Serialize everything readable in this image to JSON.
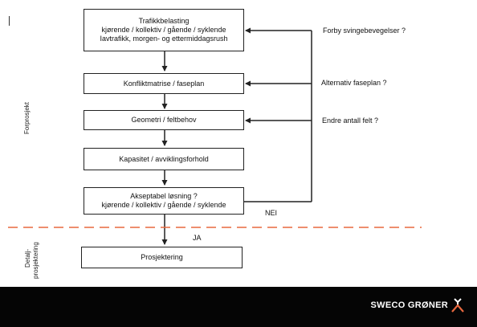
{
  "boxes": {
    "trafikk": {
      "line1": "Trafikkbelasting",
      "line2": "kjørende / kollektiv / gående / syklende",
      "line3": "Iavtrafikk, morgen- og ettermiddagsrush"
    },
    "konflikt": "Konfliktmatrise / faseplan",
    "geometri": "Geometri / feltbehov",
    "kapasitet": "Kapasitet / avviklingsforhold",
    "akseptabel": {
      "line1": "Akseptabel løsning ?",
      "line2": "kjørende / kollektiv / gående / syklende"
    },
    "prosjektering": "Prosjektering"
  },
  "feedback_labels": {
    "forby": "Forby svingebevegelser ?",
    "alternativ": "Alternativ faseplan ?",
    "endre": "Endre antall felt ?"
  },
  "branch_labels": {
    "nei": "NEI",
    "ja": "JA"
  },
  "phase_labels": {
    "forprosjekt": "Forprosjekt",
    "detalj_line1": "Detalj-",
    "detalj_line2": "prosjektering"
  },
  "footer": {
    "brand": "SWECO GRØNER"
  },
  "colors": {
    "divider": "#e8683f",
    "line": "#222222",
    "footer_bg": "#050505"
  }
}
